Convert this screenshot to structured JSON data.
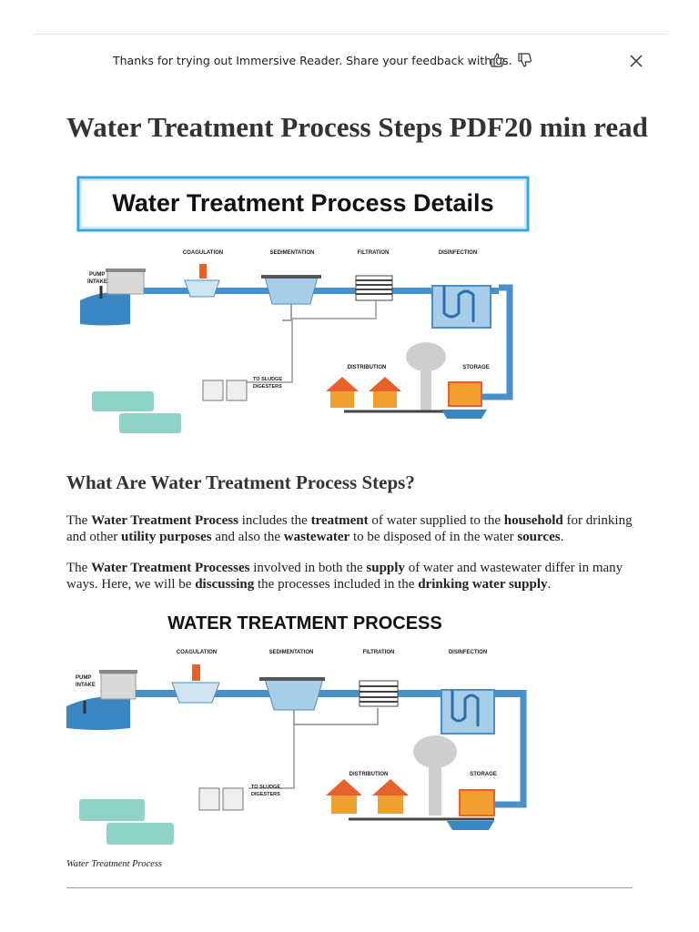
{
  "feedback": {
    "message": "Thanks for trying out Immersive Reader. Share your feedback with us."
  },
  "article": {
    "title": "Water Treatment Process Steps PDF20 min read",
    "figure1": {
      "banner_title": "Water Treatment Process Details",
      "labels": {
        "pump_intake_1": "PUMP",
        "pump_intake_2": "INTAKE",
        "coagulation": "COAGULATION",
        "sedimentation": "SEDIMENTATION",
        "filtration": "FILTRATION",
        "disinfection": "DISINFECTION",
        "distribution": "DISTRIBUTION",
        "storage": "STORAGE",
        "sludge_1": "TO SLUDGE",
        "sludge_2": "DIGESTERS"
      }
    },
    "section_heading": "What Are Water Treatment Process Steps?",
    "paragraph1": {
      "t1": "The ",
      "b1": "Water Treatment Process",
      "t2": " includes the ",
      "b2": "treatment",
      "t3": " of water supplied to the ",
      "b3": "household",
      "t4": " for drinking and other ",
      "b4": "utility purposes",
      "t5": " and also the ",
      "b5": "wastewater",
      "t6": " to be disposed of in the water ",
      "b6": "sources",
      "t7": "."
    },
    "paragraph2": {
      "t1": "The ",
      "b1": "Water Treatment Processes",
      "t2": " involved in both the ",
      "b2": "supply",
      "t3": " of water and wastewater differ in many ways. Here, we will be ",
      "b3": "discussing",
      "t4": " the processes included in the ",
      "b4": "drinking water supply",
      "t5": "."
    },
    "figure2": {
      "title": "WATER TREATMENT PROCESS",
      "labels": {
        "pump_intake_1": "PUMP",
        "pump_intake_2": "INTAKE",
        "coagulation": "COAGULATION",
        "sedimentation": "SEDIMENTATION",
        "filtration": "FILTRATION",
        "disinfection": "DISINFECTION",
        "distribution": "DISTRIBUTION",
        "storage": "STORAGE",
        "sludge_1": "TO SLUDGE",
        "sludge_2": "DIGESTERS"
      }
    },
    "caption": "Water Treatment Process"
  },
  "icons": {
    "like": "thumbs-up-icon",
    "dislike": "thumbs-down-icon",
    "close": "close-icon"
  },
  "colors": {
    "pipe": "#4a90c8",
    "pipe_dark": "#2f6fa7",
    "banner_border": "#2da8e0",
    "house": "#f0a030",
    "roof": "#e8602a",
    "note_box": "#8fd3c8"
  }
}
